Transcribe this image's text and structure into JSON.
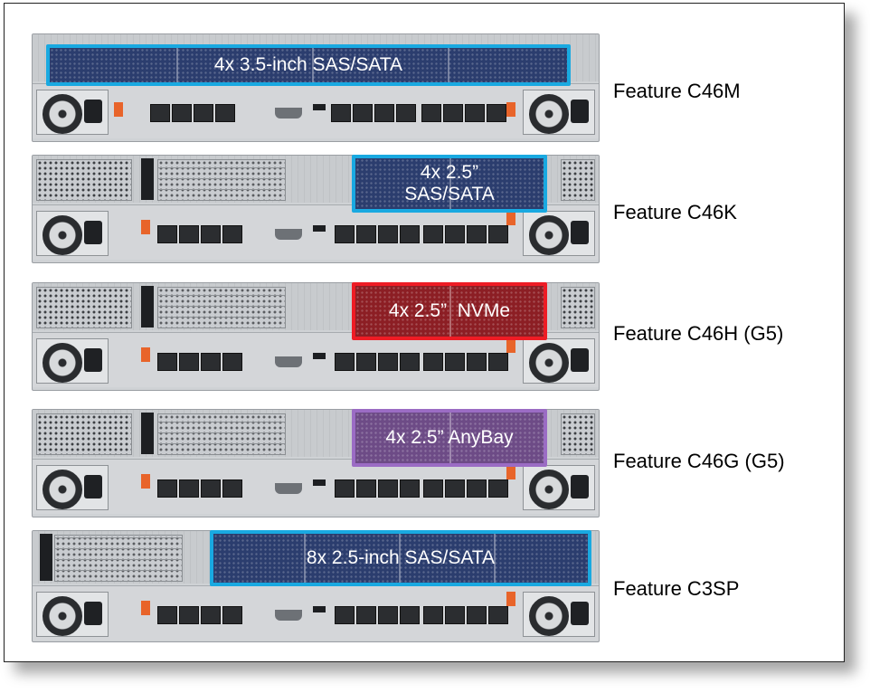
{
  "features": [
    {
      "label": "Feature C46M",
      "bay_text": "4x 3.5-inch SAS/SATA",
      "bay_style": "blue",
      "drives": 4
    },
    {
      "label": "Feature C46K",
      "bay_text": "4x 2.5” SAS/SATA",
      "bay_style": "blue",
      "drives": 4
    },
    {
      "label": "Feature C46H (G5)",
      "bay_text": "4x 2.5”  NVMe",
      "bay_style": "red",
      "drives": 4
    },
    {
      "label": "Feature C46G (G5)",
      "bay_text": "4x 2.5” AnyBay",
      "bay_style": "purple",
      "drives": 4
    },
    {
      "label": "Feature C3SP",
      "bay_text": "8x 2.5-inch SAS/SATA",
      "bay_style": "blue",
      "drives": 8
    }
  ],
  "colors": {
    "sas_sata_outline": "#19a9e1",
    "nvme_outline": "#ee1c25",
    "anybay_outline": "#9b6cc4"
  }
}
